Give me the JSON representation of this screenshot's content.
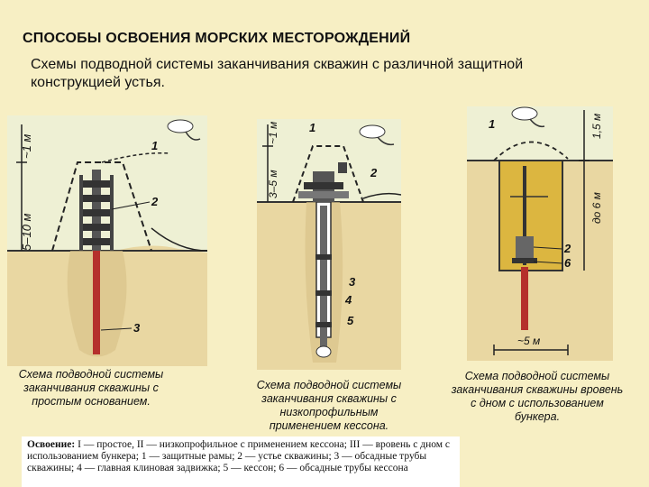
{
  "title": "СПОСОБЫ ОСВОЕНИЯ МОРСКИХ МЕСТОРОЖДЕНИЙ",
  "subtitle": "Схемы подводной системы заканчивания скважин с различной защитной конструкцией устья.",
  "panels": [
    {
      "dim_top": "~1 м",
      "dim_side": "5–10 м",
      "labels": [
        "1",
        "2",
        "3"
      ],
      "caption": "Схема подводной системы заканчивания скважины с простым основанием."
    },
    {
      "dim_top": "~1 м",
      "dim_side": "3–5 м",
      "labels": [
        "1",
        "2",
        "3",
        "4",
        "5"
      ],
      "caption": "Схема подводной системы заканчивания скважины с низкопрофильным применением кессона."
    },
    {
      "dim_top": "1,5 м",
      "dim_side": "до 6 м",
      "dim_bottom": "~5 м",
      "labels": [
        "1",
        "2",
        "6"
      ],
      "caption": "Схема подводной системы заканчивания скважины вровень с дном с использованием бункера."
    }
  ],
  "legend": {
    "heading": "Освоение:",
    "text": " I — простое, II — низкопрофильное с применением кессона; III — вровень с дном с использованием бункера; 1 — защитные рамы; 2 — устье скважины; 3 — обсадные трубы скважины; 4 — главная клиновая задвижка; 5 — кессон; 6 — обсадные трубы кессона"
  },
  "colors": {
    "background": "#f7efc4",
    "water": "#eef0d4",
    "seabed": "#e9d7a2",
    "casing": "#b5302c",
    "bunker": "#dcb640"
  }
}
